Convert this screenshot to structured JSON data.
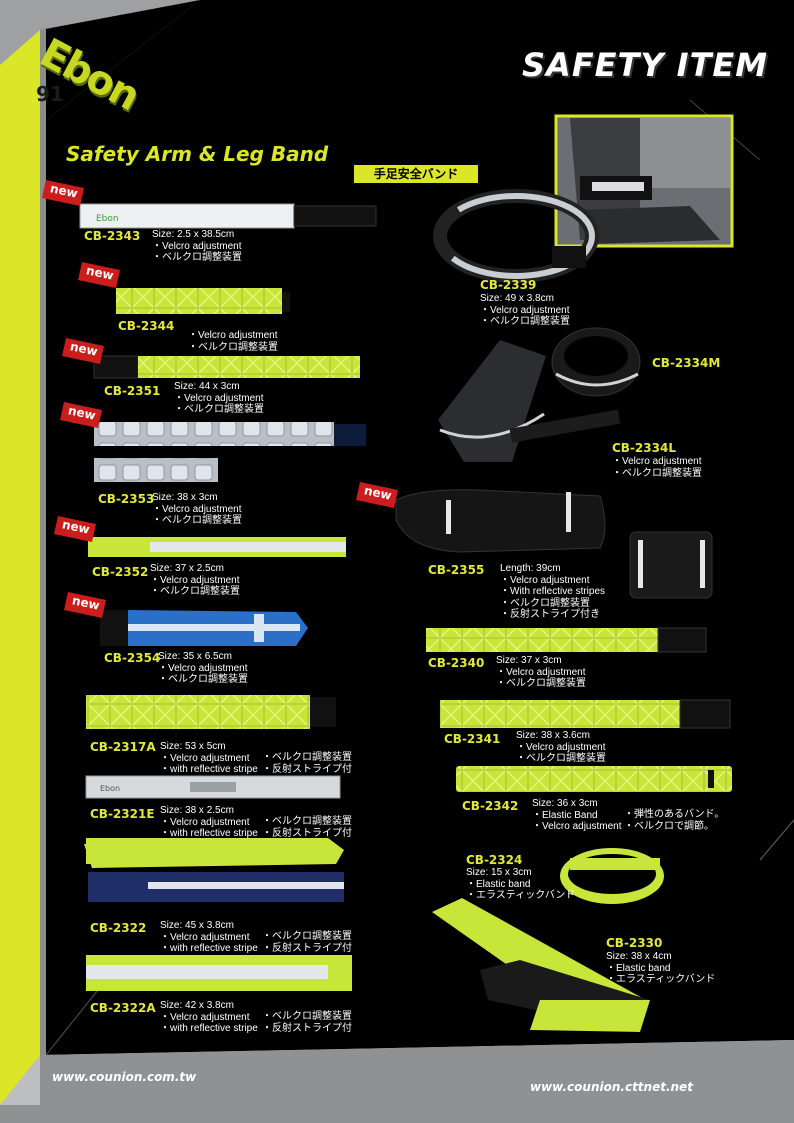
{
  "brand": "Ebon",
  "page_number": "91",
  "page_title": "SAFETY ITEM",
  "section": {
    "title": "Safety Arm & Leg Band",
    "subtitle": "手足安全バンド"
  },
  "new_badge": "new",
  "products": {
    "cb2343": {
      "model": "CB-2343",
      "l1": "Size: 2.5 x 38.5cm",
      "l2": "・Velcro adjustment",
      "l3": "・ベルクロ調整装置"
    },
    "cb2344": {
      "model": "CB-2344",
      "l1": "・Velcro adjustment",
      "l2": "・ベルクロ調整装置"
    },
    "cb2351": {
      "model": "CB-2351",
      "l1": "Size: 44 x 3cm",
      "l2": "・Velcro adjustment",
      "l3": "・ベルクロ調整装置"
    },
    "cb2353": {
      "model": "CB-2353",
      "l1": "Size: 38 x 3cm",
      "l2": "・Velcro adjustment",
      "l3": "・ベルクロ調整装置"
    },
    "cb2352": {
      "model": "CB-2352",
      "l1": "Size: 37 x 2.5cm",
      "l2": "・Velcro adjustment",
      "l3": "・ベルクロ調整装置"
    },
    "cb2354": {
      "model": "CB-2354",
      "l1": "Size: 35 x 6.5cm",
      "l2": "・Velcro adjustment",
      "l3": "・ベルクロ調整装置"
    },
    "cb2317a": {
      "model": "CB-2317A",
      "l1": "Size: 53 x 5cm",
      "l2": "・Velcro adjustment",
      "l3": "・with reflective stripe",
      "j2": "・ベルクロ調整装置",
      "j3": "・反射ストライプ付"
    },
    "cb2321e": {
      "model": "CB-2321E",
      "l1": "Size: 38 x 2.5cm",
      "l2": "・Velcro adjustment",
      "l3": "・with reflective stripe",
      "j2": "・ベルクロ調整装置",
      "j3": "・反射ストライプ付"
    },
    "cb2322": {
      "model": "CB-2322",
      "l1": "Size: 45 x 3.8cm",
      "l2": "・Velcro adjustment",
      "l3": "・with reflective stripe",
      "j2": "・ベルクロ調整装置",
      "j3": "・反射ストライプ付"
    },
    "cb2322a": {
      "model": "CB-2322A",
      "l1": "Size: 42 x 3.8cm",
      "l2": "・Velcro adjustment",
      "l3": "・with reflective stripe",
      "j2": "・ベルクロ調整装置",
      "j3": "・反射ストライプ付"
    },
    "cb2339": {
      "model": "CB-2339",
      "l1": "Size: 49 x 3.8cm",
      "l2": "・Velcro adjustment",
      "l3": "・ベルクロ調整装置"
    },
    "cb2334m": {
      "model": "CB-2334M"
    },
    "cb2334l": {
      "model": "CB-2334L",
      "l1": "・Velcro adjustment",
      "l2": "・ベルクロ調整装置"
    },
    "cb2355": {
      "model": "CB-2355",
      "l1": "Length: 39cm",
      "l2": "・Velcro adjustment",
      "l3": "・With reflective stripes",
      "l4": "・ベルクロ調整装置",
      "l5": "・反射ストライプ付き"
    },
    "cb2340": {
      "model": "CB-2340",
      "l1": "Size: 37 x 3cm",
      "l2": "・Velcro adjustment",
      "l3": "・ベルクロ調整装置"
    },
    "cb2341": {
      "model": "CB-2341",
      "l1": "Size: 38 x 3.6cm",
      "l2": "・Velcro adjustment",
      "l3": "・ベルクロ調整装置"
    },
    "cb2342": {
      "model": "CB-2342",
      "l1": "Size: 36 x 3cm",
      "l2": "・Elastic Band",
      "l3": "・Velcro adjustment",
      "j2": "・弾性のあるバンド。",
      "j3": "・ベルクロで調節。"
    },
    "cb2324": {
      "model": "CB-2324",
      "l1": "Size: 15 x 3cm",
      "l2": "・Elastic band",
      "l3": "・エラスティックバンド"
    },
    "cb2330": {
      "model": "CB-2330",
      "l1": "Size: 38 x 4cm",
      "l2": "・Elastic band",
      "l3": "・エラスティックバンド"
    }
  },
  "footer": {
    "url_left": "www.counion.com.tw",
    "url_right": "www.counion.cttnet.net"
  },
  "colors": {
    "accent": "#dbe629",
    "reflective": "#c8e63a",
    "background": "#000000",
    "frame": "#a9abad"
  }
}
